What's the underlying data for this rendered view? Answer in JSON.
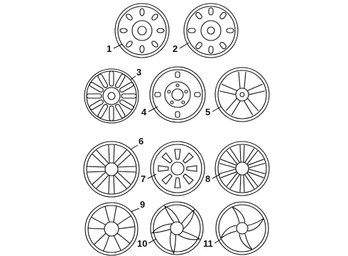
{
  "callouts": [
    {
      "id": 1,
      "label": "1"
    },
    {
      "id": 2,
      "label": "2"
    },
    {
      "id": 3,
      "label": "3"
    },
    {
      "id": 4,
      "label": "4"
    },
    {
      "id": 5,
      "label": "5"
    },
    {
      "id": 6,
      "label": "6"
    },
    {
      "id": 7,
      "label": "7"
    },
    {
      "id": 8,
      "label": "8"
    },
    {
      "id": 9,
      "label": "9"
    },
    {
      "id": 10,
      "label": "10"
    },
    {
      "id": 11,
      "label": "11"
    }
  ],
  "colors": {
    "ink": "#111111",
    "background": "#ffffff"
  }
}
